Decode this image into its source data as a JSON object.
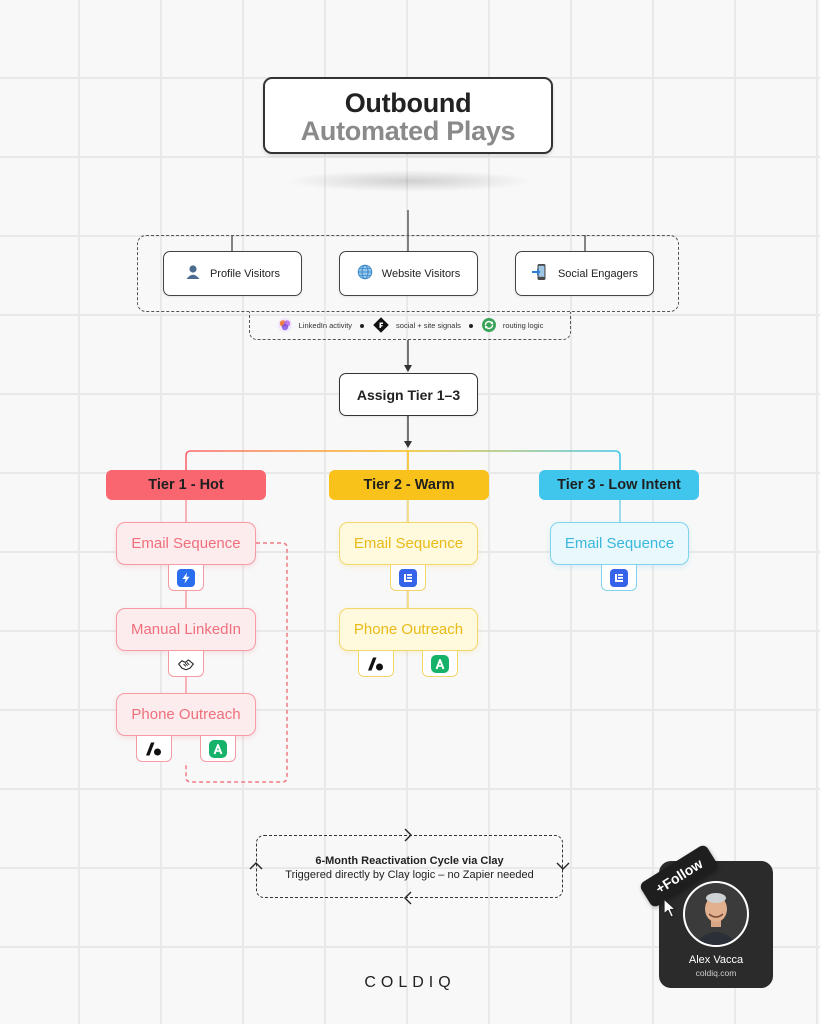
{
  "header": {
    "title_line1": "Outbound",
    "title_line2": "Automated Plays"
  },
  "sources": [
    {
      "label": "Profile Visitors",
      "icon": "person-icon"
    },
    {
      "label": "Website Visitors",
      "icon": "globe-icon"
    },
    {
      "label": "Social Engagers",
      "icon": "phone-arrow-icon"
    }
  ],
  "signals": [
    {
      "label": "LinkedIn activity",
      "icon": "linkedin-signal-icon"
    },
    {
      "label": "social + site signals",
      "icon": "diamond-signal-icon"
    },
    {
      "label": "routing logic",
      "icon": "routing-icon"
    }
  ],
  "assign": {
    "label": "Assign Tier 1–3"
  },
  "tiers": [
    {
      "label": "Tier 1 - Hot",
      "color": "#fa6670",
      "steps": [
        {
          "label": "Email Sequence",
          "tools": [
            "instantly-icon"
          ]
        },
        {
          "label": "Manual LinkedIn",
          "tools": [
            "handshake-icon"
          ]
        },
        {
          "label": "Phone Outreach",
          "tools": [
            "aircall-icon",
            "amplemarket-icon"
          ]
        }
      ]
    },
    {
      "label": "Tier 2 - Warm",
      "color": "#f9c21a",
      "steps": [
        {
          "label": "Email Sequence",
          "tools": [
            "lemlist-icon"
          ]
        },
        {
          "label": "Phone Outreach",
          "tools": [
            "aircall-icon",
            "amplemarket-icon"
          ]
        }
      ]
    },
    {
      "label": "Tier 3 - Low Intent",
      "color": "#40c6ec",
      "steps": [
        {
          "label": "Email Sequence",
          "tools": [
            "lemlist-icon"
          ]
        }
      ]
    }
  ],
  "reactivation": {
    "line1": "6-Month Reactivation Cycle via Clay",
    "line2": "Triggered directly by Clay logic – no Zapier needed"
  },
  "brand": "COLDIQ",
  "profile": {
    "follow_label": "+Follow",
    "name": "Alex Vacca",
    "site": "coldiq.com"
  }
}
